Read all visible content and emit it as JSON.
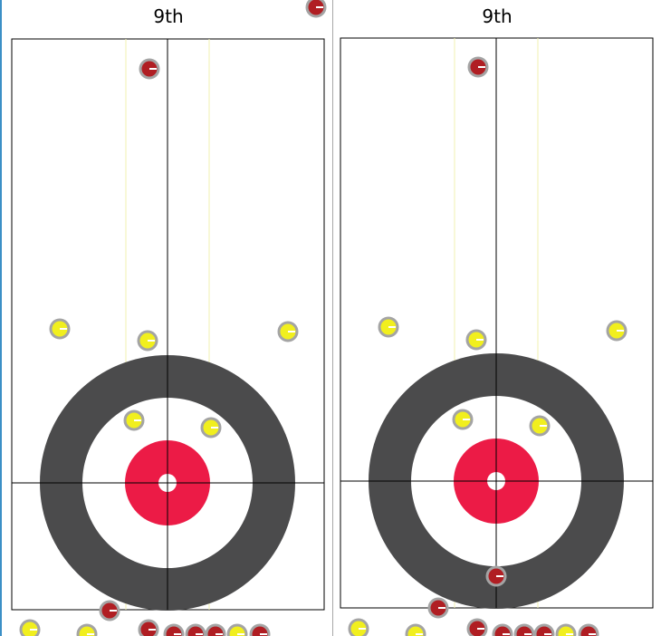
{
  "colors": {
    "outer_ring": "#4b4b4c",
    "button": "#ec1b46",
    "lines": "#000000",
    "hog_guides": "#f2f2b0",
    "red_stone": "#b01e23",
    "yellow_stone": "#f1ef1e",
    "stone_border": "#a4a4a4"
  },
  "panels": [
    {
      "end_label": "9th",
      "red_stones": 8,
      "yellow_stones": 8
    },
    {
      "end_label": "9th",
      "red_stones": 8,
      "yellow_stones": 8
    }
  ]
}
